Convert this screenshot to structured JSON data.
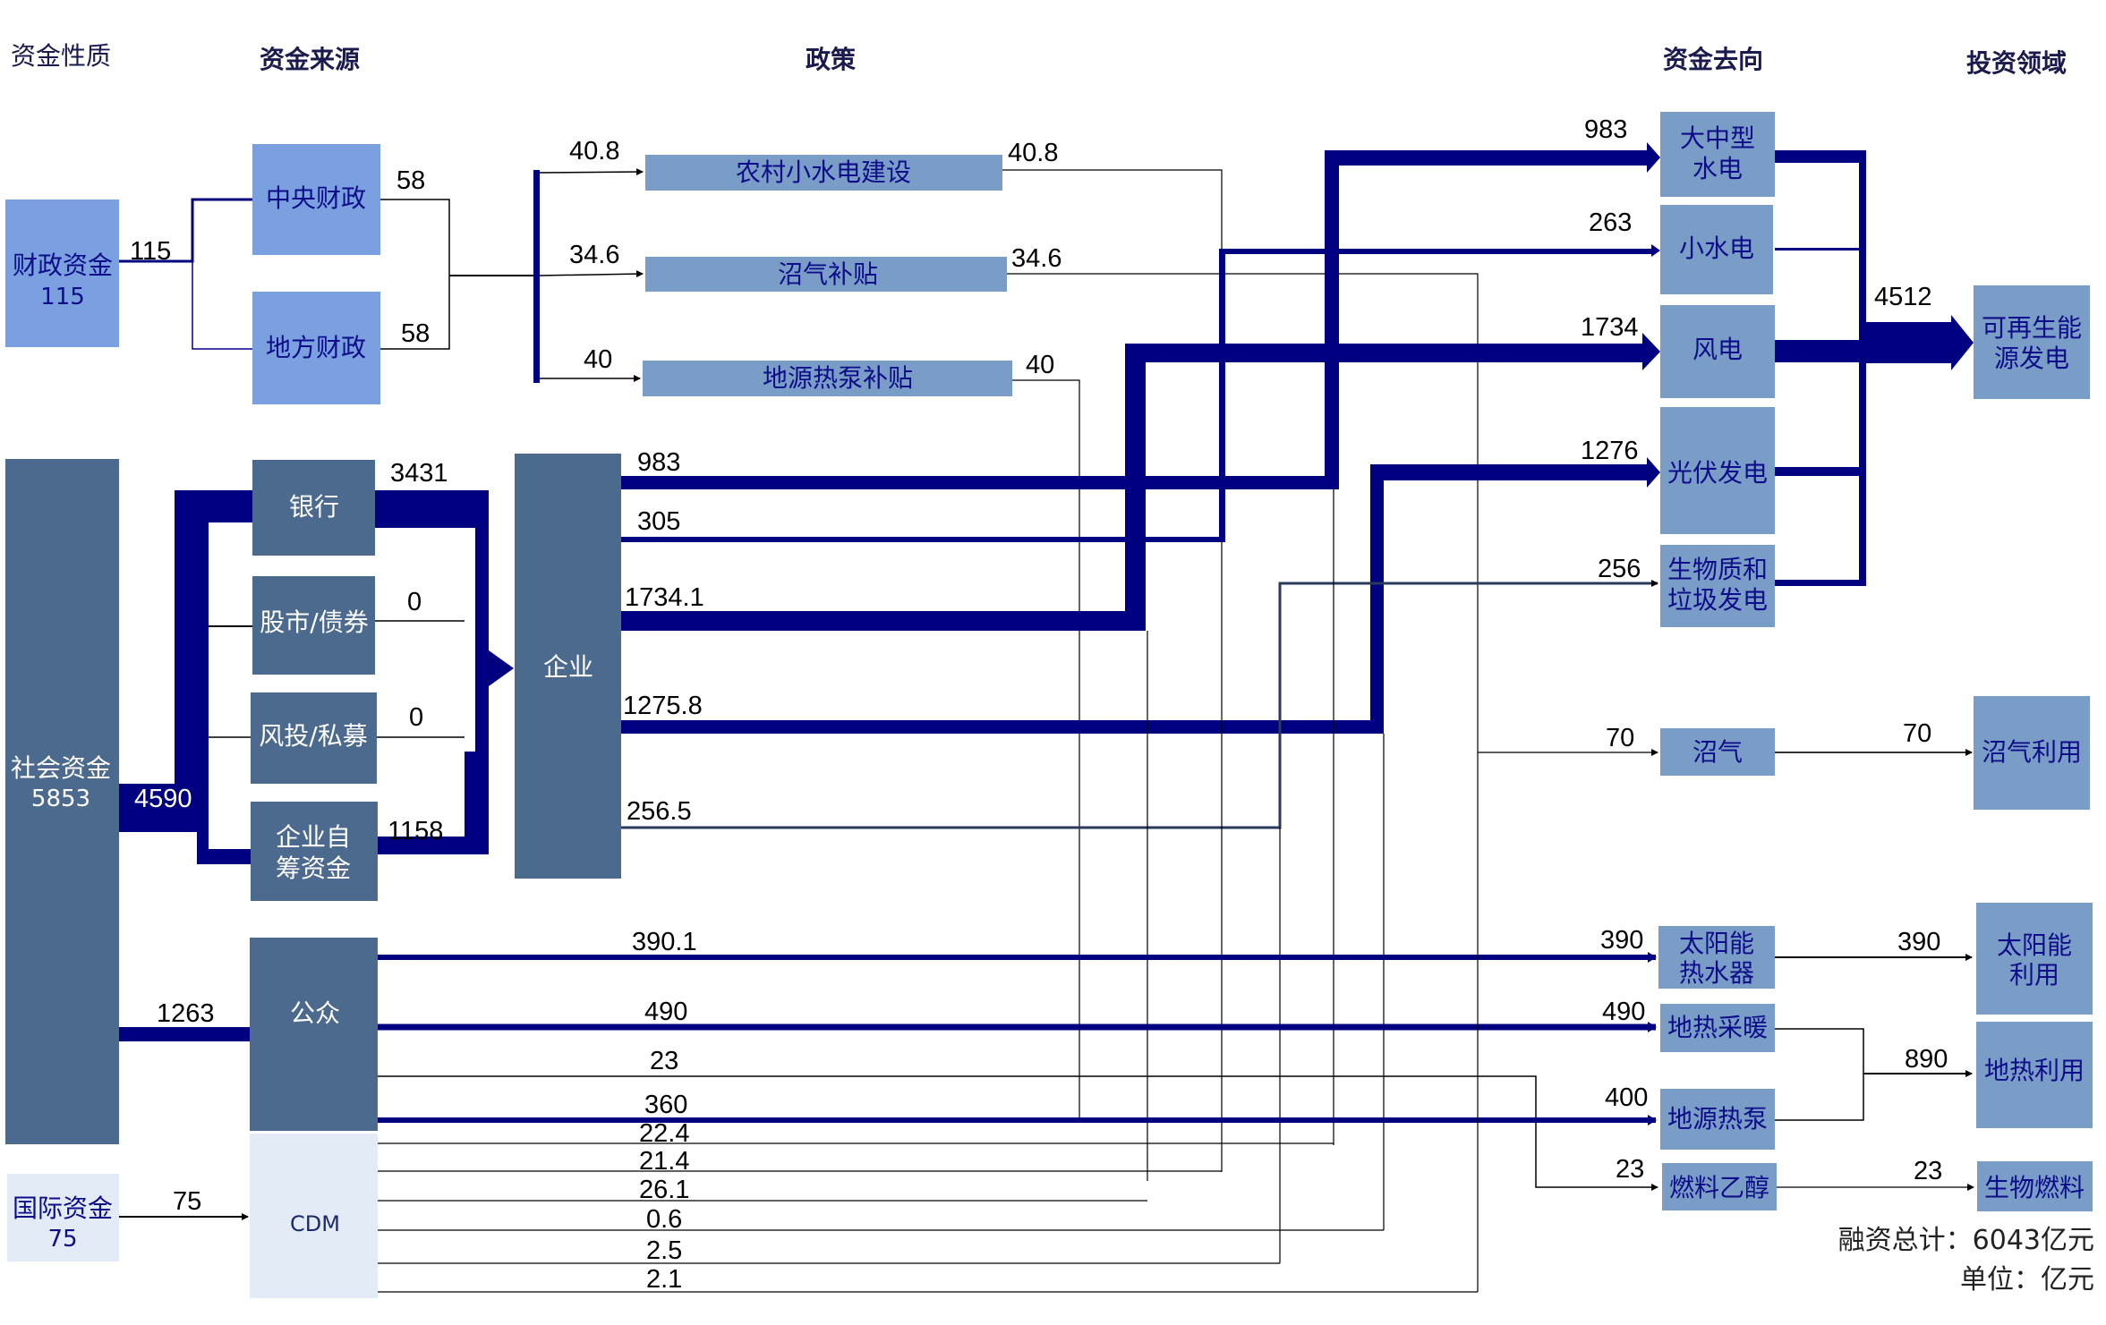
{
  "colors": {
    "flow_thick": "#000080",
    "flow_thin": "#000000",
    "node_light": "#7aa0e0",
    "node_mid": "#7a9dc8",
    "node_dark": "#4c6a8e",
    "node_pale": "#e3ebf6",
    "text_dark": "#0d0d8a"
  },
  "headers": {
    "nature": "资金性质",
    "source": "资金来源",
    "policy": "政策",
    "destination": "资金去向",
    "field": "投资领域"
  },
  "nodes": {
    "fiscal": {
      "label": "财政资金",
      "value": "115"
    },
    "central": {
      "label": "中央财政"
    },
    "local": {
      "label": "地方财政"
    },
    "rural_hydro_policy": {
      "label": "农村小水电建设"
    },
    "biogas_subsidy": {
      "label": "沼气补贴"
    },
    "ghp_subsidy": {
      "label": "地源热泵补贴"
    },
    "social": {
      "label": "社会资金",
      "value": "5853"
    },
    "bank": {
      "label": "银行"
    },
    "stock_bond": {
      "label": "股市/债券"
    },
    "vc_pe": {
      "label": "风投/私募"
    },
    "self_raised": {
      "label1": "企业自",
      "label2": "筹资金"
    },
    "enterprise": {
      "label": "企业"
    },
    "public": {
      "label": "公众"
    },
    "cdm": {
      "label": "CDM"
    },
    "intl": {
      "label": "国际资金",
      "value": "75"
    },
    "large_hydro": {
      "label1": "大中型",
      "label2": "水电"
    },
    "small_hydro": {
      "label": "小水电"
    },
    "wind": {
      "label": "风电"
    },
    "pv": {
      "label": "光伏发电"
    },
    "biomass": {
      "label1": "生物质和",
      "label2": "垃圾发电"
    },
    "biogas": {
      "label": "沼气"
    },
    "solar_heater": {
      "label1": "太阳能",
      "label2": "热水器"
    },
    "geo_heating": {
      "label": "地热采暖"
    },
    "ghp": {
      "label": "地源热泵"
    },
    "ethanol": {
      "label": "燃料乙醇"
    },
    "renewable_power": {
      "label1": "可再生能",
      "label2": "源发电"
    },
    "biogas_use": {
      "label": "沼气利用"
    },
    "solar_use": {
      "label1": "太阳能",
      "label2": "利用"
    },
    "geo_use": {
      "label": "地热利用"
    },
    "biofuel": {
      "label": "生物燃料"
    }
  },
  "flow_values": {
    "fiscal_out": "115",
    "central_out": "58",
    "local_out": "58",
    "to_rural_hydro": "40.8",
    "to_biogas_subsidy": "34.6",
    "to_ghp_subsidy": "40",
    "rural_hydro_out": "40.8",
    "biogas_subsidy_out": "34.6",
    "ghp_subsidy_out": "40",
    "social_to_enterprise_sources": "4590",
    "bank_out": "3431",
    "stock_out": "0",
    "vc_out": "0",
    "self_out": "1158",
    "social_to_public": "1263",
    "intl_to_cdm": "75",
    "ent_large_hydro": "983",
    "ent_small_hydro": "305",
    "ent_wind": "1734.1",
    "ent_pv": "1275.8",
    "ent_biomass": "256.5",
    "pub_solar_heater": "390.1",
    "pub_geo_heating": "490",
    "pub_ethanol": "23",
    "pub_ghp": "360",
    "cdm_1": "22.4",
    "cdm_2": "21.4",
    "cdm_3": "26.1",
    "cdm_4": "0.6",
    "cdm_5": "2.5",
    "cdm_6": "2.1",
    "in_large_hydro": "983",
    "in_small_hydro": "263",
    "in_wind": "1734",
    "in_pv": "1276",
    "in_biomass": "256",
    "in_biogas": "70",
    "in_solar_heater": "390",
    "in_geo_heating": "490",
    "in_ghp": "400",
    "in_ethanol": "23",
    "out_renewable_power": "4512",
    "out_biogas_use": "70",
    "out_solar_use": "390",
    "out_geo_use": "890",
    "out_biofuel": "23"
  },
  "notes": {
    "total": "融资总计：6043亿元",
    "unit": "单位：亿元"
  }
}
